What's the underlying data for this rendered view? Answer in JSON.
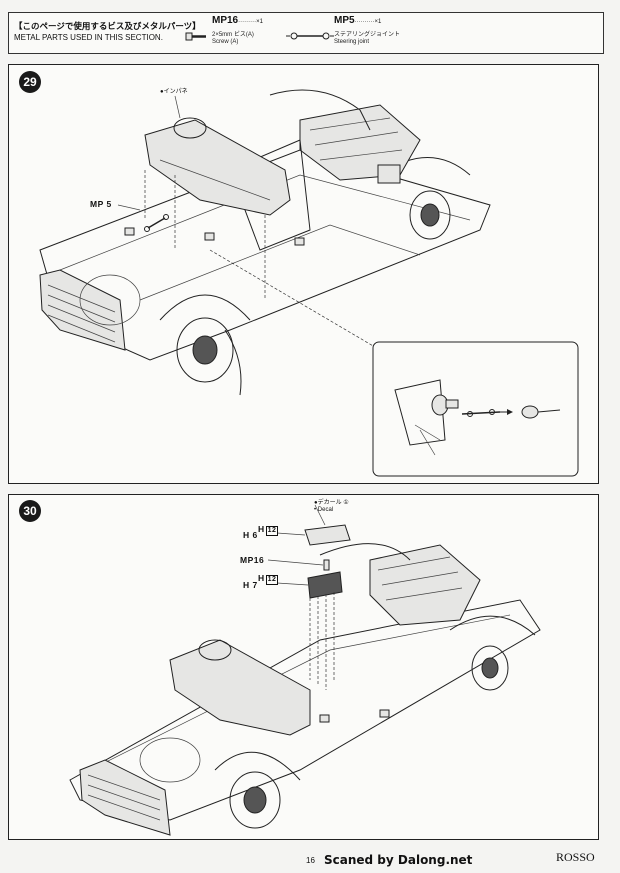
{
  "header": {
    "jp_title": "【このページで使用するビス及びメタルパーツ】",
    "en_title": "METAL PARTS USED IN THIS SECTION.",
    "parts": [
      {
        "code": "MP16",
        "qty": "×1",
        "sub1": "2×5mm ビス(A)",
        "sub2": "Screw (A)"
      },
      {
        "code": "MP5",
        "qty": "×1",
        "sub1": "ステアリングジョイント",
        "sub2": "Steering joint"
      }
    ]
  },
  "step29": {
    "number": "29",
    "label_inpane": "●インパネ",
    "label_mp": "MP 5"
  },
  "step30": {
    "number": "30",
    "decal_jp": "●デカール",
    "decal_num": "①",
    "decal_en": "• Decal",
    "h6": "H 6",
    "h6_ref": "H",
    "h6_ref_box": "12",
    "mp16": "MP16",
    "h7": "H 7",
    "h7_ref": "H",
    "h7_ref_box": "12"
  },
  "footer": {
    "page": "16",
    "credit": "Scaned by Dalong.net",
    "brand": "ROSSO"
  }
}
